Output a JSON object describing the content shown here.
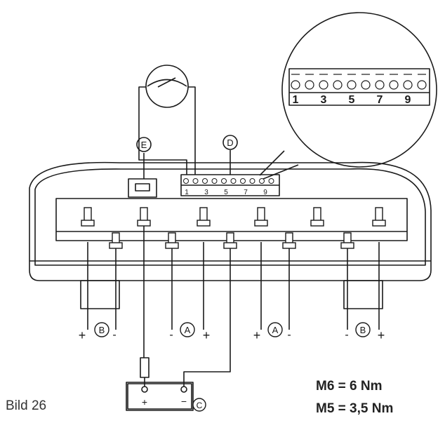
{
  "caption": "Bild 26",
  "torque": {
    "m6": "M6 = 6 Nm",
    "m5": "M5 = 3,5 Nm"
  },
  "labels": {
    "A": "A",
    "B": "B",
    "C": "C",
    "D": "D",
    "E": "E"
  },
  "terminal_numbers": [
    "1",
    "3",
    "5",
    "7",
    "9"
  ],
  "polarity": {
    "plus": "+",
    "minus": "-",
    "battery_minus": "−"
  },
  "colors": {
    "line": "#1a1a1a",
    "fill": "#ffffff"
  }
}
